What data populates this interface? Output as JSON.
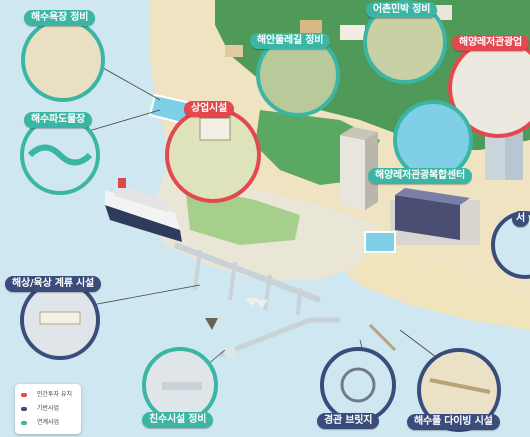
{
  "labels": {
    "beach_maintenance": "해수욕장 정비",
    "coastal_trail": "해안둘레길 정비",
    "fishing_village_homestay": "어촌민박 정비",
    "marine_leisure_tourism": "해양레저관광업",
    "breakwater": "해수파도물장",
    "commercial": "상업시설",
    "marine_leisure_complex": "해양레저관광복합센터",
    "west_partial": "서",
    "mooring": "해상/육상 계류 시설",
    "waterfront": "친수시설 정비",
    "landscape_bridge": "경관 브릿지",
    "diving": "해수풀 다이빙 시설"
  },
  "legend": {
    "items": [
      {
        "label": "민간투자 유치",
        "color": "#e3484f"
      },
      {
        "label": "기반사업",
        "color": "#3a4d7a"
      },
      {
        "label": "연계사업",
        "color": "#3bb5a4"
      }
    ]
  },
  "colors": {
    "sea": "#cfe7f1",
    "land": "#e8e2cf",
    "forest": "#4f9a58",
    "red": "#e3484f",
    "teal": "#3bb5a4",
    "navy": "#3a4d7a"
  }
}
